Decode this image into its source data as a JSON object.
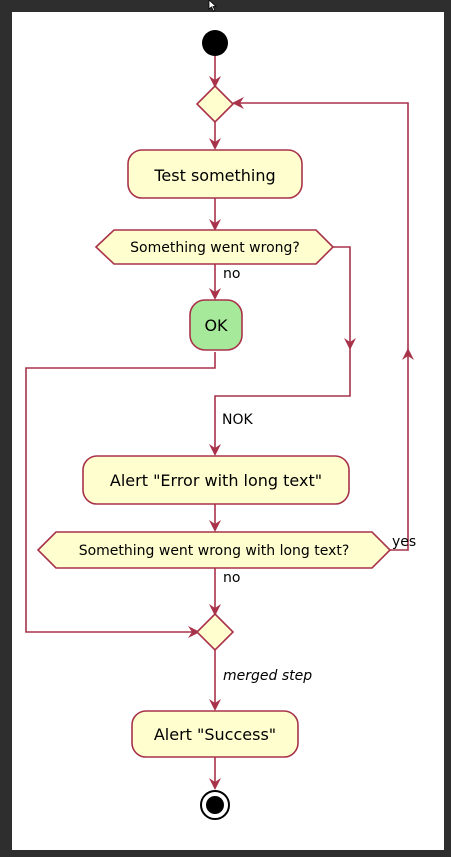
{
  "colors": {
    "background": "#2e2e2e",
    "canvas": "#ffffff",
    "line": "#a8324a",
    "node_fill": "#fefece",
    "node_stroke": "#a8324a",
    "ok_fill": "#a6e99a",
    "text": "#000000"
  },
  "nodes": {
    "test_something": "Test something",
    "decision_1": "Something went wrong?",
    "ok": "OK",
    "alert_error": "Alert \"Error with long text\"",
    "decision_2": "Something went wrong with long text?",
    "alert_success": "Alert \"Success\""
  },
  "labels": {
    "no_1": "no",
    "nok": "NOK",
    "yes": "yes",
    "no_2": "no",
    "merged_step": "merged step"
  },
  "icons": {
    "cursor": "mouse-pointer-icon",
    "start": "start-node-icon",
    "end": "end-node-icon"
  }
}
